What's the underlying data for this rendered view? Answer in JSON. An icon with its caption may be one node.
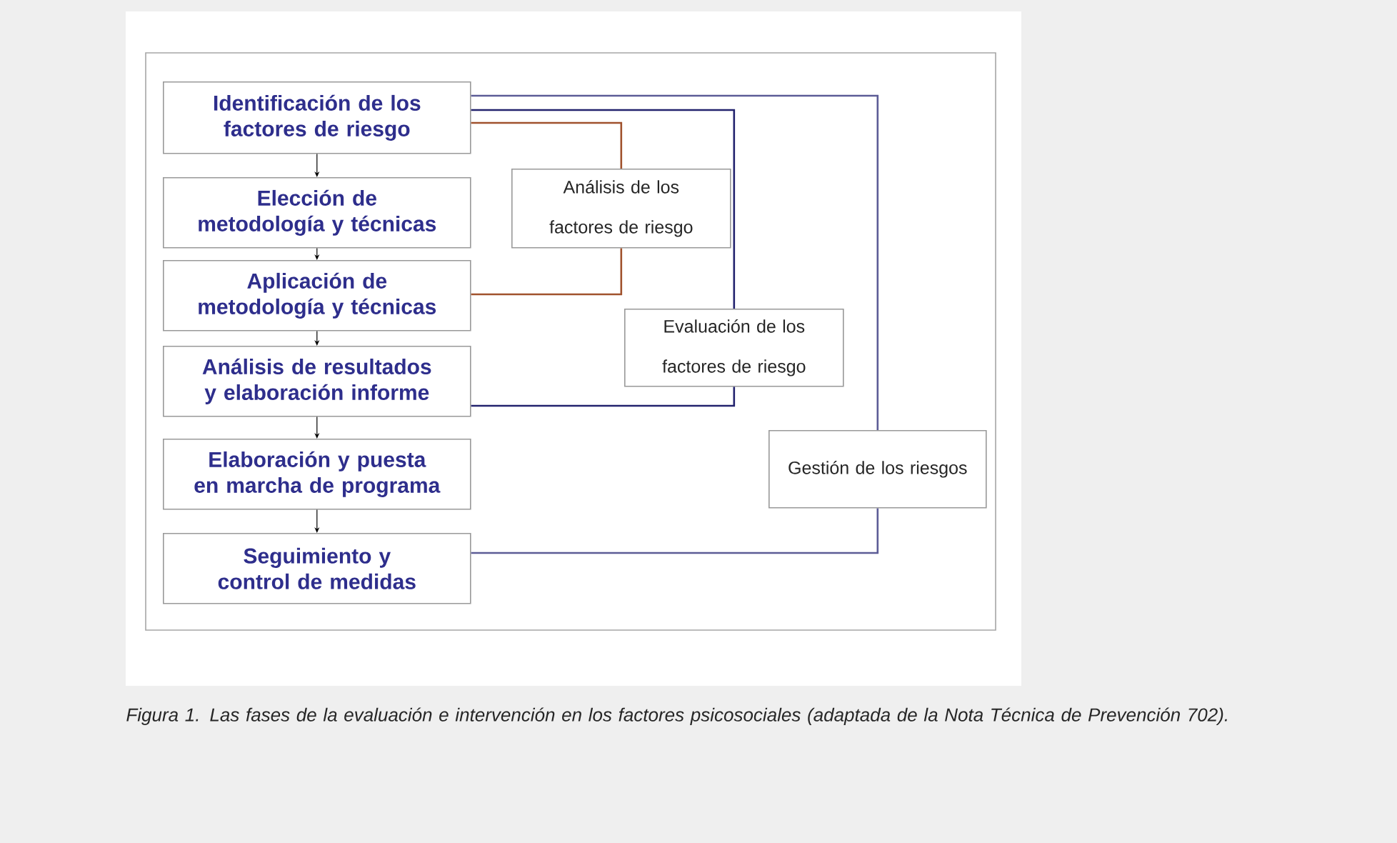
{
  "diagram": {
    "caption": "Figura 1.  Las fases de la evaluación e intervención en los factores psicosociales (adaptada de la Nota Técnica de Prevención 702).",
    "nodes": [
      {
        "text": [
          "Identificación de los factores de riesgo"
        ]
      },
      {
        "text": [
          "Elección de metodología y técnicas"
        ]
      },
      {
        "text": [
          "Aplicación de metodología y técnicas"
        ]
      },
      {
        "text": [
          "Análisis de resultados y elaboración informe"
        ]
      },
      {
        "text": [
          "Elaboración y puesta en marcha de programa"
        ]
      },
      {
        "text": [
          "Seguimiento y control de medidas"
        ]
      },
      {
        "text": [
          "Análisis de los factores de riesgo"
        ]
      },
      {
        "text": [
          "Evaluación de los factores de riesgo"
        ]
      },
      {
        "text": [
          "Gestión de los riesgos"
        ]
      }
    ],
    "edges": [
      {
        "from": 0,
        "to": 1,
        "arrow": "to"
      },
      {
        "from": 1,
        "to": 2,
        "arrow": "to"
      },
      {
        "from": 2,
        "to": 3,
        "arrow": "to"
      },
      {
        "from": 3,
        "to": 4,
        "arrow": "to"
      },
      {
        "from": 4,
        "to": 5,
        "arrow": "to"
      },
      {
        "from": 0,
        "to": 6,
        "arrow": "none",
        "color": "#a0522d"
      },
      {
        "from": 6,
        "to": 2,
        "arrow": "none",
        "color": "#a0522d"
      },
      {
        "from": 0,
        "to": 7,
        "arrow": "none",
        "color": "#23236e"
      },
      {
        "from": 7,
        "to": 3,
        "arrow": "none",
        "color": "#23236e"
      },
      {
        "from": 0,
        "to": 8,
        "arrow": "none",
        "color": "#5c5c96"
      },
      {
        "from": 8,
        "to": 5,
        "arrow": "none",
        "color": "#5c5c96"
      }
    ]
  }
}
